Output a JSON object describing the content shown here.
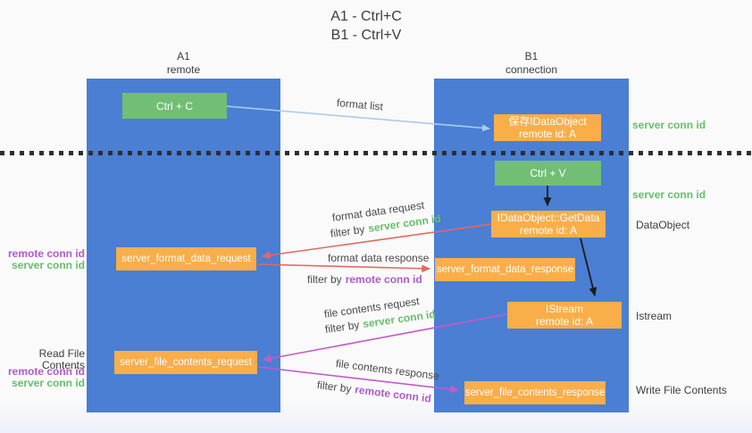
{
  "title": {
    "line1": "A1 - Ctrl+C",
    "line2": "B1 - Ctrl+V"
  },
  "lanes": {
    "left": {
      "title": "A1",
      "subtitle": "remote"
    },
    "right": {
      "title": "B1",
      "subtitle": "connection"
    }
  },
  "nodes": {
    "ctrl_c": {
      "label": "Ctrl + C"
    },
    "save_idataobject": {
      "line1": "保存IDataObject",
      "line2": "remote id: A"
    },
    "ctrl_v": {
      "label": "Ctrl + V"
    },
    "getdata": {
      "line1": "IDataObject::GetData",
      "line2": "remote id: A"
    },
    "format_request": {
      "label": "server_format_data_request"
    },
    "format_response": {
      "label": "server_format_data_response"
    },
    "istream": {
      "line1": "IStream",
      "line2": "remote id: A"
    },
    "file_request": {
      "label": "server_file_contents_request"
    },
    "file_response": {
      "label": "server_file_contents_response"
    }
  },
  "annotations": {
    "right": {
      "server_conn_id_top": "server conn id",
      "server_conn_id_mid": "server conn id",
      "dataobject": "DataObject",
      "istream": "Istream",
      "write_file_contents": "Write File Contents"
    },
    "left": {
      "remote_conn_id_1": "remote conn id",
      "server_conn_id_1": "server conn id",
      "read_file_contents": "Read File Contents",
      "remote_conn_id_2": "remote conn id",
      "server_conn_id_2": "server conn id"
    }
  },
  "arrow_labels": {
    "format_list": "format list",
    "format_data_request": "format data request",
    "format_data_response": "format data response",
    "file_contents_request": "file contents request",
    "file_contents_response": "file contents response",
    "filters": [
      {
        "prefix": "filter by",
        "value": "server conn id"
      },
      {
        "prefix": "filter by",
        "value": "remote conn id"
      },
      {
        "prefix": "filter by",
        "value": "server conn id"
      },
      {
        "prefix": "filter by",
        "value": "remote conn id"
      }
    ]
  },
  "colors": {
    "lane_blue": "#4A7FD3",
    "node_green": "#72BE75",
    "node_orange": "#F9AE49",
    "arrow_blue": "#A9CCEC",
    "arrow_red": "#E5685F",
    "arrow_magenta": "#C55BC7",
    "label_green": "#67BE6B",
    "label_purple": "#B05AC8",
    "text_dark": "#3D3D3D"
  }
}
